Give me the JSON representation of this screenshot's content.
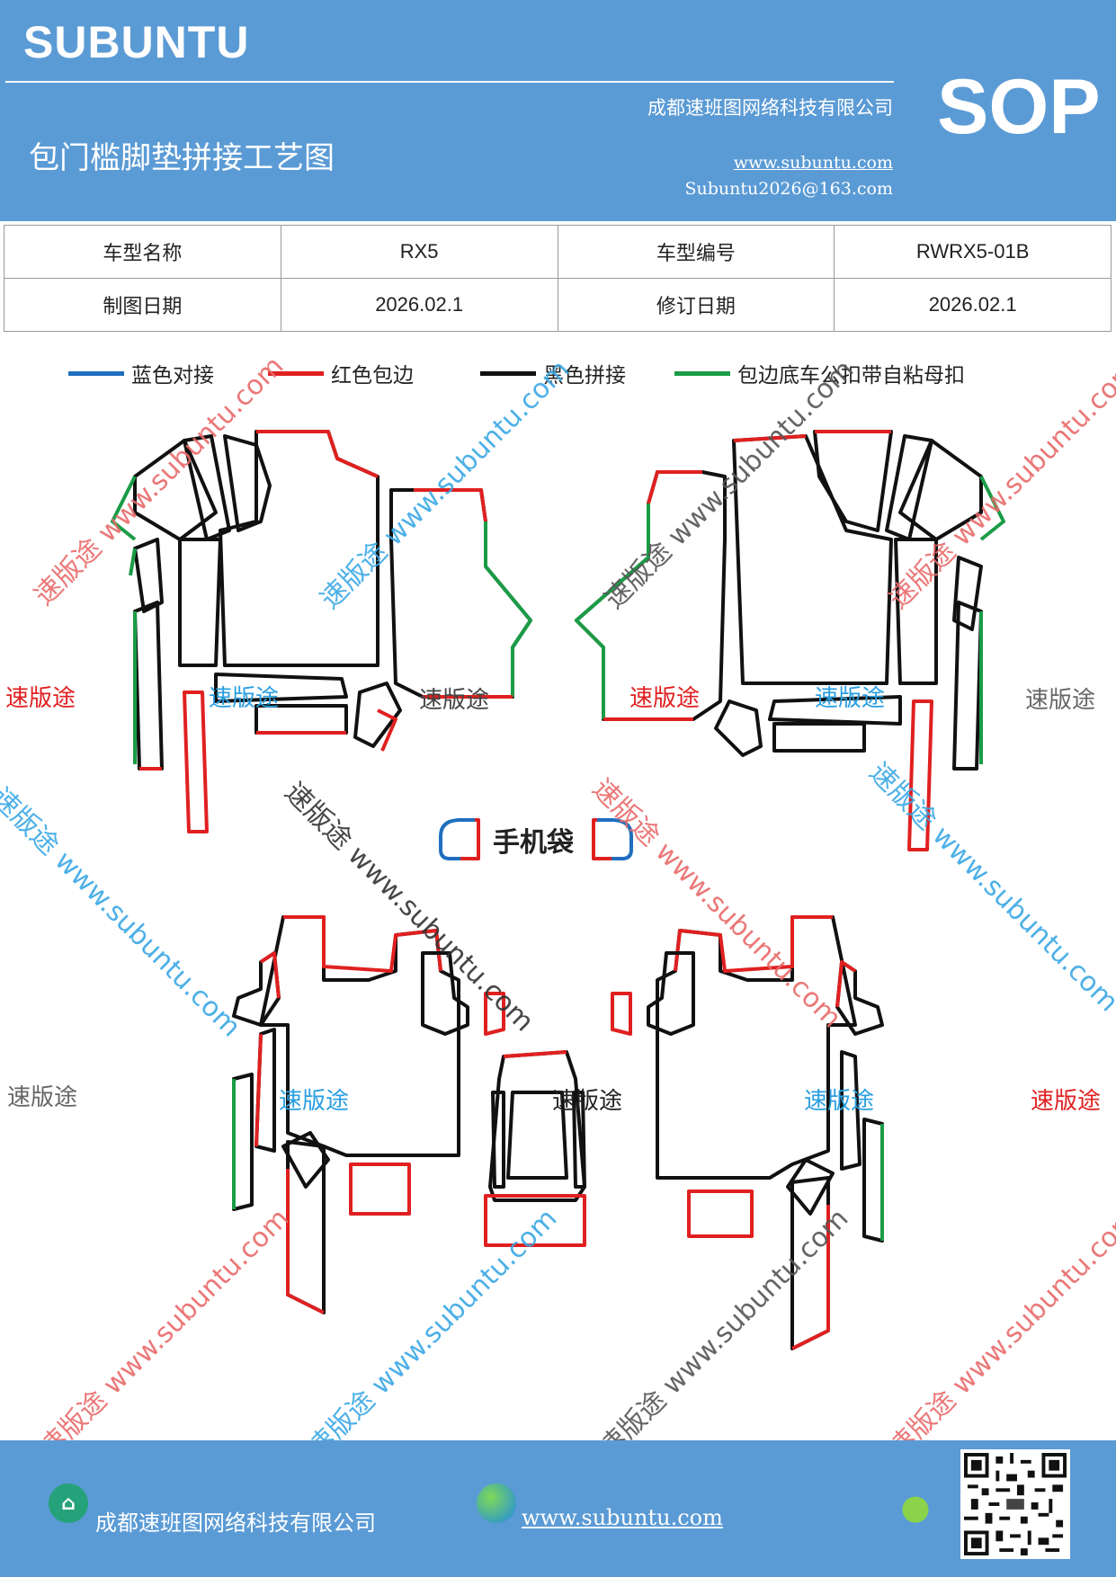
{
  "header": {
    "brand": "SUBUNTU",
    "company": "成都速班图网络科技有限公司",
    "website": "www.subuntu.com",
    "email": "Subuntu2026@163.com",
    "title": "包门槛脚垫拼接工艺图",
    "badge": "SOP"
  },
  "info_table": {
    "rows": [
      [
        {
          "label": "车型名称"
        },
        {
          "value": "RX5"
        },
        {
          "label": "车型编号"
        },
        {
          "value": "RWRX5-01B"
        }
      ],
      [
        {
          "label": "制图日期"
        },
        {
          "value": "2026.02.1"
        },
        {
          "label": "修订日期"
        },
        {
          "value": "2026.02.1"
        }
      ]
    ]
  },
  "legend": [
    {
      "label": "蓝色对接",
      "color": "#1f6fbf"
    },
    {
      "label": "红色包边",
      "color": "#e02020"
    },
    {
      "label": "黑色拼接",
      "color": "#111111"
    },
    {
      "label": "包边底车公扣带自粘母扣",
      "color": "#1a9c46"
    }
  ],
  "drawing": {
    "phone_pocket_label": "手机袋",
    "watermark_text": "速版途",
    "watermark_diag_text": "速版途 www.subuntu.com"
  },
  "footer": {
    "company": "成都速班图网络科技有限公司",
    "website": "www.subuntu.com"
  }
}
